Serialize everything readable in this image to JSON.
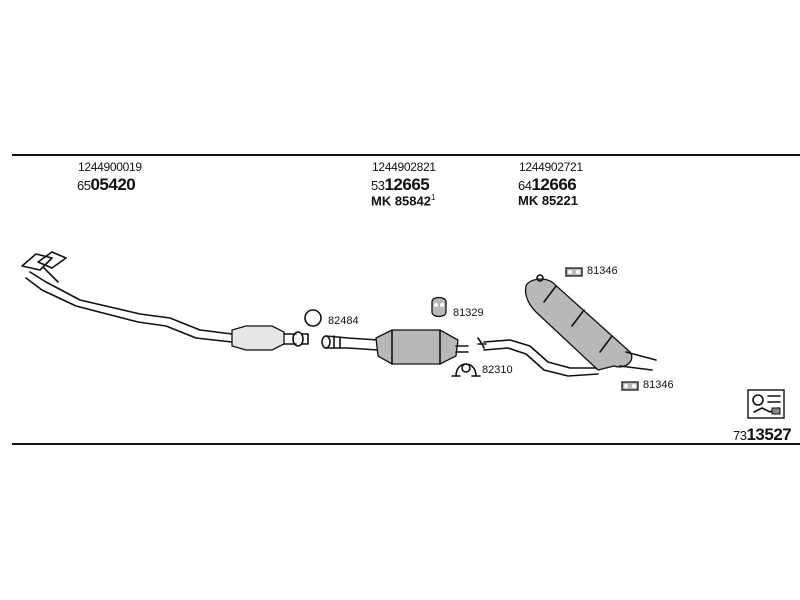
{
  "groups": [
    {
      "oe_number": "1244900019",
      "code_prefix": "65",
      "code_main": "05420",
      "mk": ""
    },
    {
      "oe_number": "1244902821",
      "code_prefix": "53",
      "code_main": "12665",
      "mk": "MK  85842",
      "mk_sup": "1"
    },
    {
      "oe_number": "1244902721",
      "code_prefix": "64",
      "code_main": "12666",
      "mk": "MK  85221"
    }
  ],
  "parts": [
    {
      "number": "82484",
      "icon": "o-ring-icon"
    },
    {
      "number": "81329",
      "icon": "rubber-mount-icon"
    },
    {
      "number": "82310",
      "icon": "pipe-clamp-icon"
    },
    {
      "number": "81346",
      "icon": "rubber-hanger-icon"
    },
    {
      "number": "81346",
      "icon": "rubber-hanger-icon"
    }
  ],
  "kit": {
    "code_prefix": "73",
    "code_main": "13527",
    "icon": "mounting-kit-icon"
  }
}
